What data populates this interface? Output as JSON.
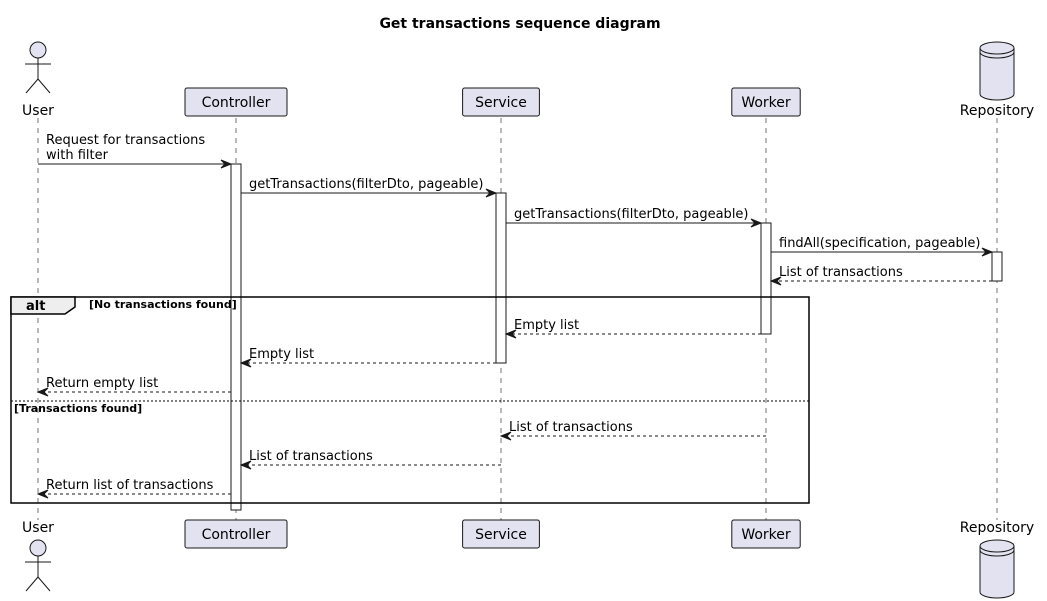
{
  "diagram": {
    "title": "Get transactions sequence diagram",
    "participants": [
      {
        "id": "user",
        "label": "User",
        "kind": "actor"
      },
      {
        "id": "controller",
        "label": "Controller",
        "kind": "participant"
      },
      {
        "id": "service",
        "label": "Service",
        "kind": "participant"
      },
      {
        "id": "worker",
        "label": "Worker",
        "kind": "participant"
      },
      {
        "id": "repository",
        "label": "Repository",
        "kind": "database"
      }
    ],
    "messages": [
      {
        "from": "user",
        "to": "controller",
        "lines": [
          "Request for transactions",
          "with filter"
        ],
        "style": "solid"
      },
      {
        "from": "controller",
        "to": "service",
        "lines": [
          "getTransactions(filterDto, pageable)"
        ],
        "style": "solid"
      },
      {
        "from": "service",
        "to": "worker",
        "lines": [
          "getTransactions(filterDto, pageable)"
        ],
        "style": "solid"
      },
      {
        "from": "worker",
        "to": "repository",
        "lines": [
          "findAll(specification, pageable)"
        ],
        "style": "solid"
      },
      {
        "from": "repository",
        "to": "worker",
        "lines": [
          "List of transactions"
        ],
        "style": "dashed"
      },
      {
        "from": "worker",
        "to": "service",
        "lines": [
          "Empty list"
        ],
        "style": "dashed"
      },
      {
        "from": "service",
        "to": "controller",
        "lines": [
          "Empty list"
        ],
        "style": "dashed"
      },
      {
        "from": "controller",
        "to": "user",
        "lines": [
          "Return empty list"
        ],
        "style": "dashed"
      },
      {
        "from": "worker",
        "to": "service",
        "lines": [
          "List of transactions"
        ],
        "style": "dashed"
      },
      {
        "from": "service",
        "to": "controller",
        "lines": [
          "List of transactions"
        ],
        "style": "dashed"
      },
      {
        "from": "controller",
        "to": "user",
        "lines": [
          "Return list of transactions"
        ],
        "style": "dashed"
      }
    ],
    "fragment": {
      "keyword": "alt",
      "guard1": "[No transactions found]",
      "guard2": "[Transactions found]"
    }
  },
  "colors": {
    "participant_fill": "#e2e2f0",
    "line": "#181818",
    "background": "#ffffff"
  }
}
